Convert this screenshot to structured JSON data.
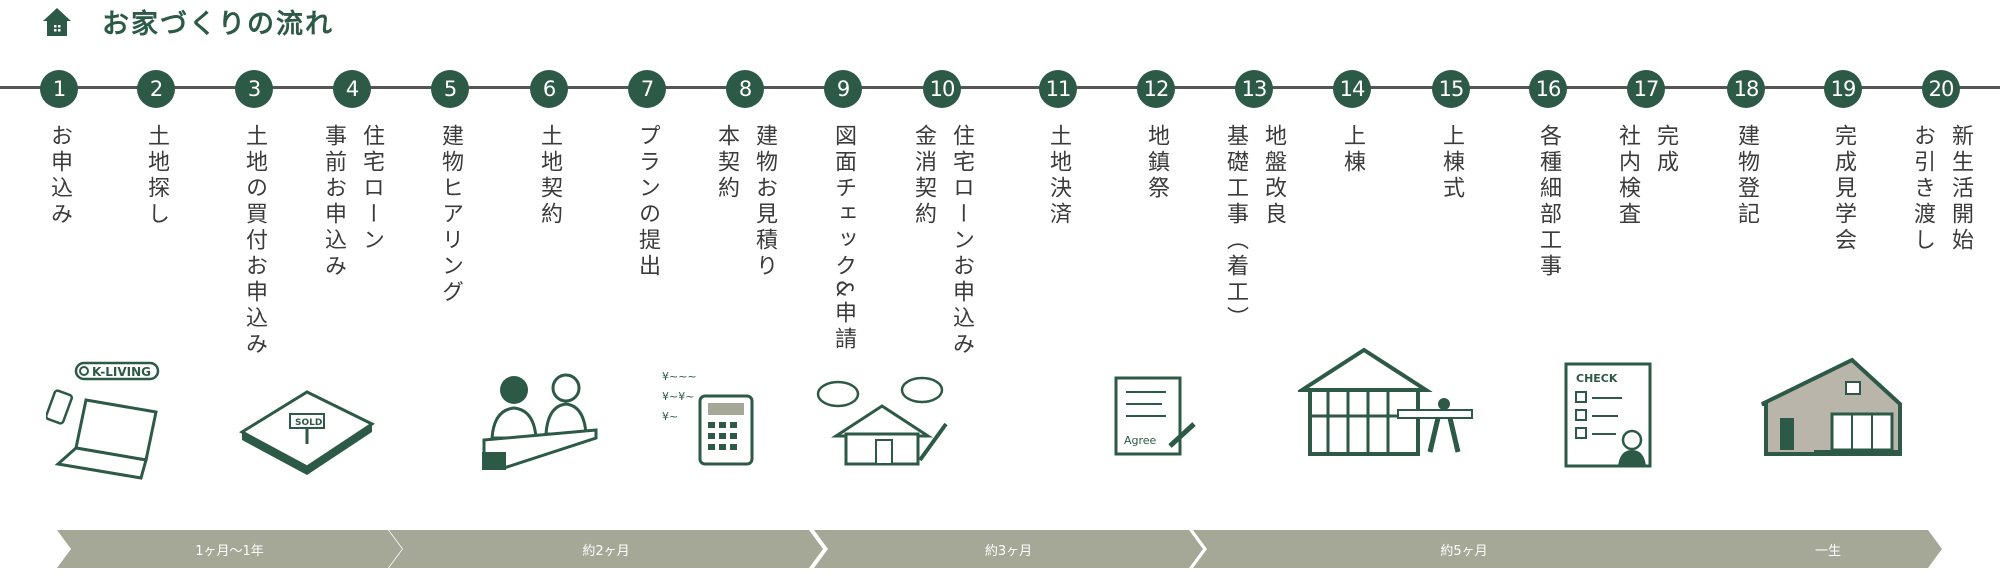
{
  "header": {
    "title": "お家づくりの流れ",
    "icon": "house-icon"
  },
  "colors": {
    "accent": "#2d5a46",
    "bar": "#a5a797",
    "text": "#3b3b3b"
  },
  "steps": [
    {
      "num": "1",
      "lines": [
        "お申込み"
      ]
    },
    {
      "num": "2",
      "lines": [
        "土地探し"
      ]
    },
    {
      "num": "3",
      "lines": [
        "土地の買付お申込み"
      ]
    },
    {
      "num": "4",
      "lines": [
        "住宅ローン",
        "事前お申込み"
      ]
    },
    {
      "num": "5",
      "lines": [
        "建物ヒアリング"
      ]
    },
    {
      "num": "6",
      "lines": [
        "土地契約"
      ]
    },
    {
      "num": "7",
      "lines": [
        "プランの提出"
      ]
    },
    {
      "num": "8",
      "lines": [
        "建物お見積り",
        "本契約"
      ]
    },
    {
      "num": "9",
      "lines": [
        "図面チェック&申請"
      ]
    },
    {
      "num": "10",
      "lines": [
        "住宅ローンお申込み",
        "金消契約"
      ]
    },
    {
      "num": "11",
      "lines": [
        "土地決済"
      ]
    },
    {
      "num": "12",
      "lines": [
        "地鎮祭"
      ]
    },
    {
      "num": "13",
      "lines": [
        "地盤改良",
        "基礎工事（着工）"
      ]
    },
    {
      "num": "14",
      "lines": [
        "上棟"
      ]
    },
    {
      "num": "15",
      "lines": [
        "上棟式"
      ]
    },
    {
      "num": "16",
      "lines": [
        "各種細部工事"
      ]
    },
    {
      "num": "17",
      "lines": [
        "完成",
        "社内検査"
      ]
    },
    {
      "num": "18",
      "lines": [
        "建物登記"
      ]
    },
    {
      "num": "19",
      "lines": [
        "完成見学会"
      ]
    },
    {
      "num": "20",
      "lines": [
        "新生活開始",
        "お引き渡し"
      ]
    }
  ],
  "illustrations": {
    "site_name": "K-LIVING",
    "sold_sign": "SOLD",
    "agree_text": "Agree",
    "check_text": "CHECK"
  },
  "durations": [
    "1ヶ月〜1年",
    "約2ヶ月",
    "約3ヶ月",
    "約5ヶ月",
    "一生"
  ]
}
